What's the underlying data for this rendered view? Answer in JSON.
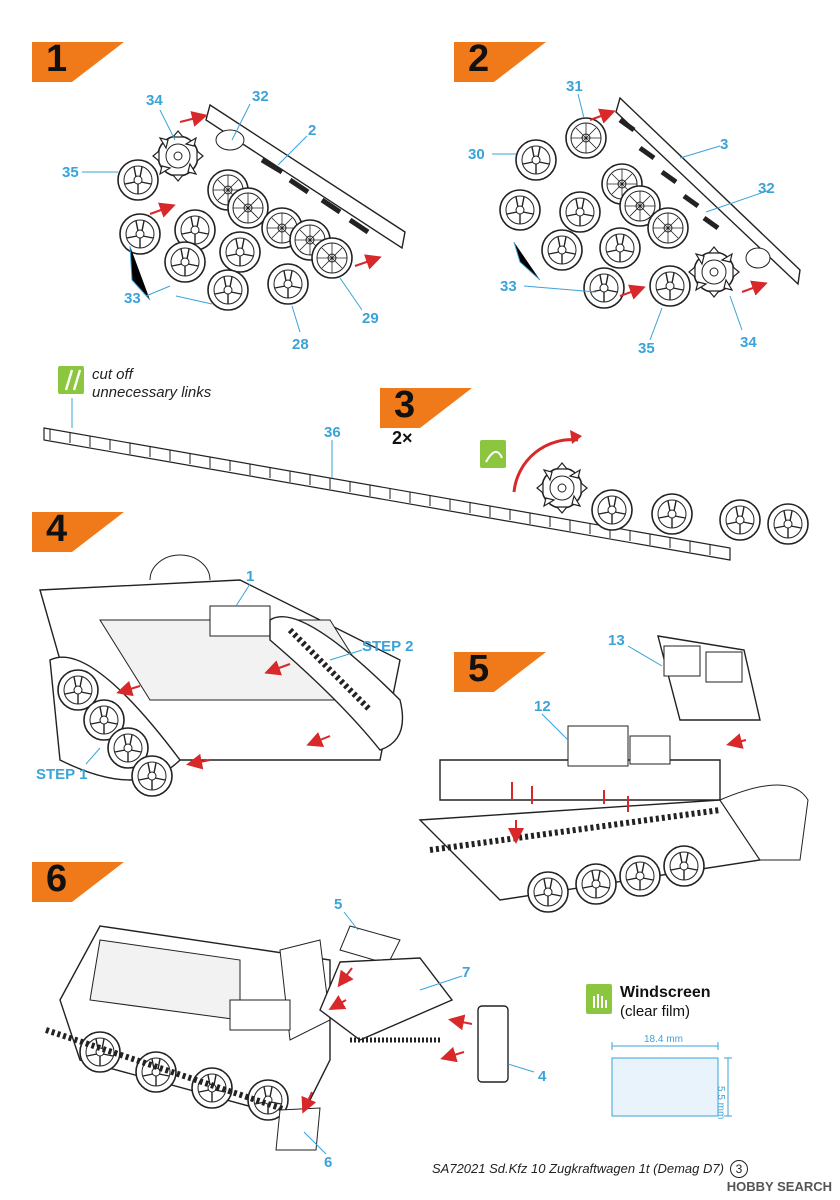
{
  "steps": {
    "s1": "1",
    "s2": "2",
    "s3": "3",
    "s4": "4",
    "s5": "5",
    "s6": "6",
    "s3_multiplier": "2×"
  },
  "colors": {
    "accent": "#f07a1a",
    "callout": "#3aa3d8",
    "arrow": "#d8282a",
    "icon_green": "#8cc63f"
  },
  "notes": {
    "cut_off_line1": "cut off",
    "cut_off_line2": "unnecessary links"
  },
  "callouts": {
    "p34a": "34",
    "p32a": "32",
    "p2": "2",
    "p35a": "35",
    "p33a": "33",
    "p28": "28",
    "p29": "29",
    "p31": "31",
    "p3": "3",
    "p30": "30",
    "p32b": "32",
    "p33b": "33",
    "p35b": "35",
    "p34b": "34",
    "p36": "36",
    "p1": "1",
    "step2": "STEP 2",
    "step1": "STEP 1",
    "p13": "13",
    "p12": "12",
    "p5": "5",
    "p7": "7",
    "p4": "4",
    "p6": "6"
  },
  "windscreen": {
    "title": "Windscreen",
    "subtitle": "(clear film)",
    "width_label": "18.4 mm",
    "height_label": "5.5 mm"
  },
  "footer": {
    "text": "SA72021  Sd.Kfz 10 Zugkraftwagen 1t (Demag D7)",
    "page": "3"
  },
  "watermark": "HOBBY SEARCH"
}
